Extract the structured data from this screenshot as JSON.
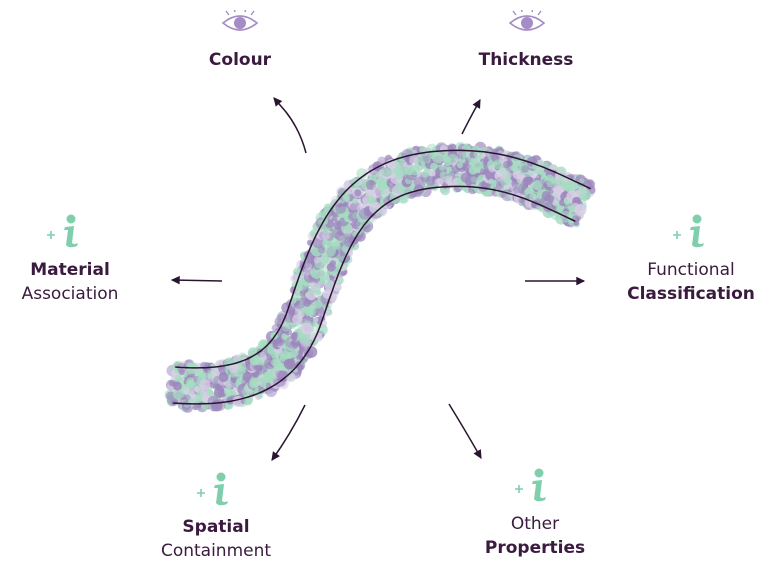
{
  "diagram": {
    "nodes": [
      {
        "id": "colour",
        "lines": [
          {
            "text": "Colour",
            "bold": true
          }
        ],
        "icon": "eye-icon"
      },
      {
        "id": "thickness",
        "lines": [
          {
            "text": "Thickness",
            "bold": true
          }
        ],
        "icon": "eye-icon"
      },
      {
        "id": "material-association",
        "lines": [
          {
            "text": "Material",
            "bold": true
          },
          {
            "text": "Association",
            "bold": false
          }
        ],
        "icon": "plus-info-icon"
      },
      {
        "id": "functional-classification",
        "lines": [
          {
            "text": "Functional",
            "bold": false
          },
          {
            "text": "Classification",
            "bold": true
          }
        ],
        "icon": "plus-info-icon"
      },
      {
        "id": "spatial-containment",
        "lines": [
          {
            "text": "Spatial",
            "bold": true
          },
          {
            "text": "Containment",
            "bold": false
          }
        ],
        "icon": "plus-info-icon"
      },
      {
        "id": "other-properties",
        "lines": [
          {
            "text": "Other",
            "bold": false
          },
          {
            "text": "Properties",
            "bold": true
          }
        ],
        "icon": "plus-info-icon"
      }
    ],
    "colors": {
      "text": "#3a1a3e",
      "eye_icon": "#a48cc4",
      "info_icon": "#7fcfad",
      "band_purple": "#9c86bd",
      "band_green": "#a6dcc2",
      "band_light": "#d8cfe6",
      "outline": "#2a1530"
    }
  }
}
